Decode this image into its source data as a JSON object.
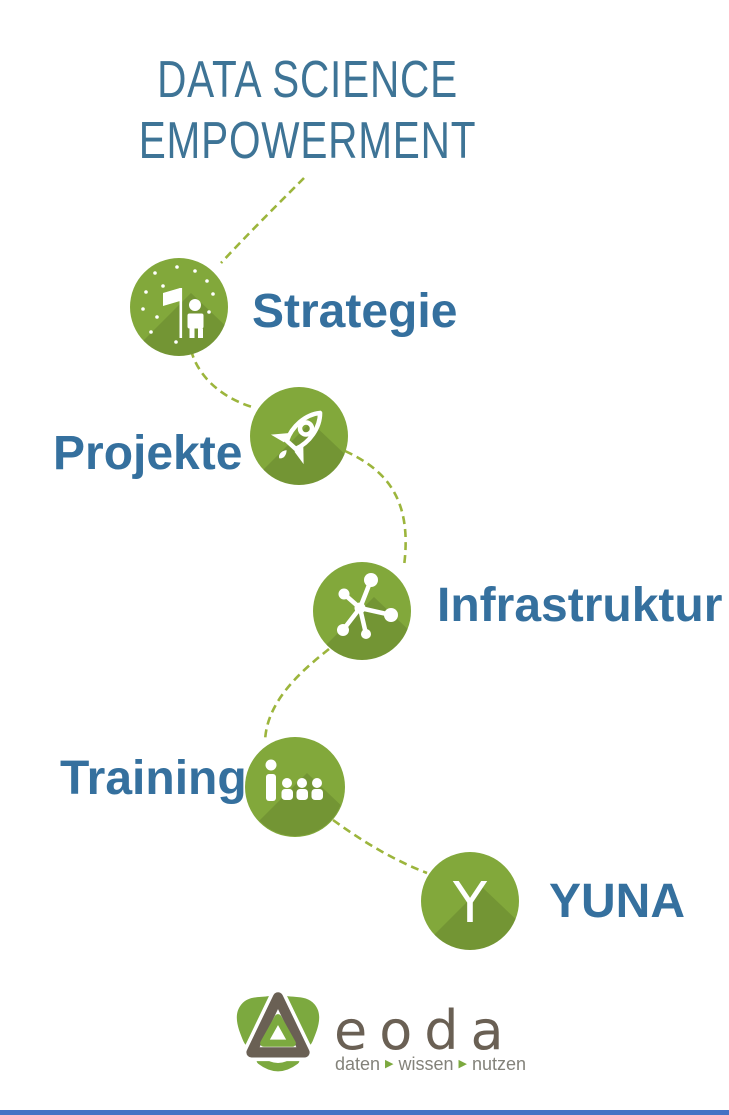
{
  "title": {
    "line1": "DATA SCIENCE",
    "line2": "EMPOWERMENT"
  },
  "nodes": [
    {
      "label": "Strategie",
      "icon": "flag-person-stars-icon",
      "label_side": "right"
    },
    {
      "label": "Projekte",
      "icon": "rocket-icon",
      "label_side": "left"
    },
    {
      "label": "Infrastruktur",
      "icon": "network-hub-icon",
      "label_side": "right"
    },
    {
      "label": "Training",
      "icon": "trainer-audience-icon",
      "label_side": "left"
    },
    {
      "label": "YUNA",
      "icon": "letter-y-icon",
      "icon_letter": "Y",
      "label_side": "right"
    }
  ],
  "connector": {
    "style": "dashed-curved-path"
  },
  "logo": {
    "wordmark": "eoda",
    "tagline": {
      "word1": "daten",
      "word2": "wissen",
      "word3": "nutzen",
      "separator": "▶"
    }
  },
  "colors": {
    "circle_green": "#82A83B",
    "dash_green": "#9CB53C",
    "label_blue": "#35709E",
    "title_blue": "#3E7496",
    "logo_brown": "#6A6054",
    "logo_green": "#7CA93F",
    "tagline_gray": "#83827A",
    "footer_bar_blue": "#4472C4",
    "icon_white": "#FFFFFF"
  }
}
